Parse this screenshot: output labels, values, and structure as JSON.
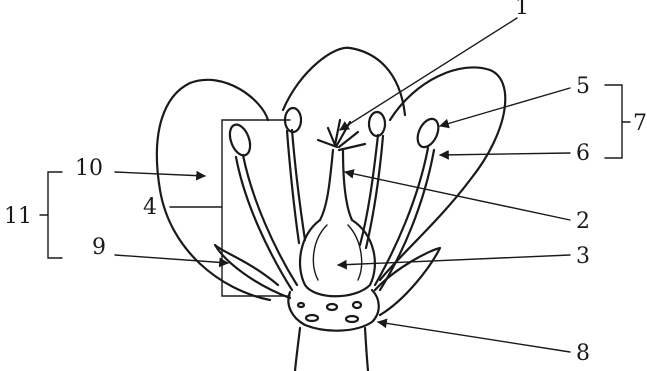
{
  "diagram": {
    "labels": {
      "n1": "1",
      "n2": "2",
      "n3": "3",
      "n4": "4",
      "n5": "5",
      "n6": "6",
      "n7": "7",
      "n8": "8",
      "n9": "9",
      "n10": "10",
      "n11": "11"
    }
  }
}
